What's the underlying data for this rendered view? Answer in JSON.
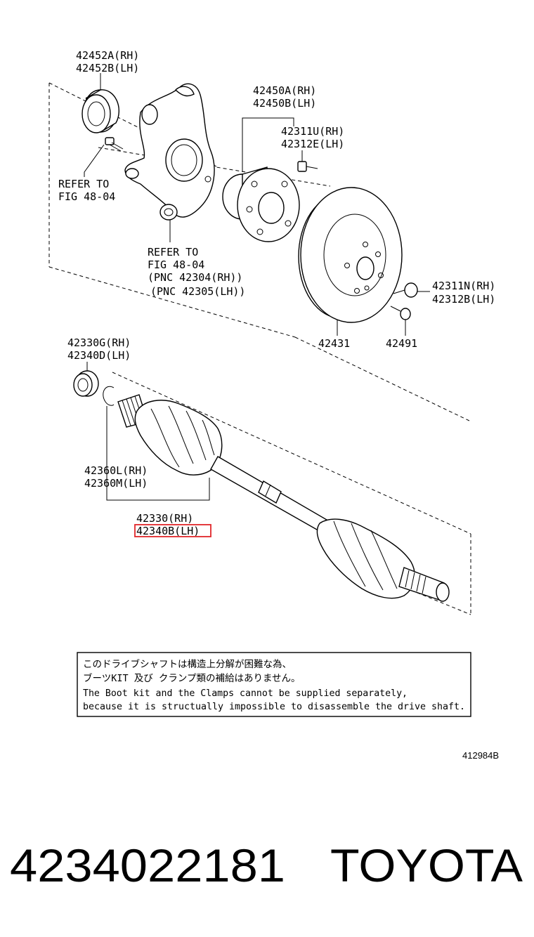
{
  "labels": {
    "bearing_a": "42452A(RH)",
    "bearing_b": "42452B(LH)",
    "hub_a": "42450A(RH)",
    "hub_b": "42450B(LH)",
    "bolt_a": "42311U(RH)",
    "bolt_b": "42312E(LH)",
    "refer1_a": "REFER TO",
    "refer1_b": "FIG 48-04",
    "refer2_a": "REFER TO",
    "refer2_b": "FIG 48-04",
    "refer2_c": "(PNC 42304(RH))",
    "refer2_d": "(PNC 42305(LH))",
    "nut_a": "42311N(RH)",
    "nut_b": "42312B(LH)",
    "disc": "42431",
    "screw": "42491",
    "seal_a": "42330G(RH)",
    "seal_b": "42340D(LH)",
    "boot_a": "42360L(RH)",
    "boot_b": "42360M(LH)",
    "shaft_a": "42330(RH)",
    "shaft_b": "42340B(LH)"
  },
  "note": {
    "line1": "このドライブシャフトは構造上分解が困難な為、",
    "line2": "ブーツKIT 及び クランプ類の補給はありません。",
    "line3": "The Boot kit and the Clamps cannot be supplied separately,",
    "line4": "because it is structually impossible to disassemble the drive shaft."
  },
  "figure_number": "412984B",
  "footer": {
    "part_number": "4234022181",
    "brand": "TOYOTA"
  },
  "colors": {
    "highlight": "#e0262a",
    "ink": "#000000"
  }
}
